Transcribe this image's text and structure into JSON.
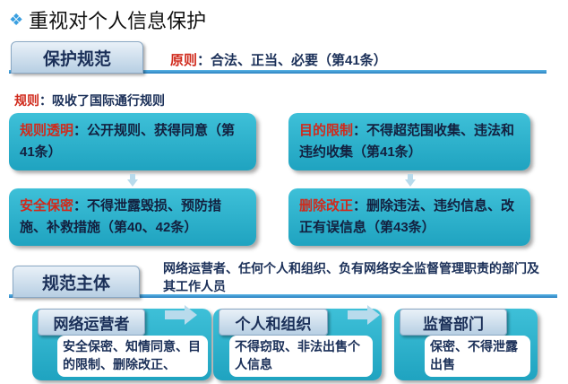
{
  "title": {
    "text": "重视对个人信息保护"
  },
  "protect_section": {
    "tab_label": "保护规范",
    "principle_label": "原则",
    "principle_text": "：合法、正当、必要（第41条）"
  },
  "rule_note": {
    "label": "规则",
    "text": "：吸收了国际通行规则"
  },
  "boxes": [
    {
      "label": "规则透明",
      "text": "：公开规则、获得同意（第41条）"
    },
    {
      "label": "目的限制",
      "text": "：不得超范围收集、违法和违约收集（第41条）"
    },
    {
      "label": "安全保密",
      "text": "：不得泄露毁损、预防措施、补救措施（第40、42条）"
    },
    {
      "label": "删除改正",
      "text": "：删除违法、违约信息、改正有误信息（第43条）"
    }
  ],
  "subject_section": {
    "tab_label": "规范主体",
    "description": "网络运营者、任何个人和组织、负有网络安全监督管理职责的部门及其工作人员"
  },
  "subjects": [
    {
      "label": "网络运营者",
      "content": "安全保密、知情同意、目的限制、删除改正、"
    },
    {
      "label": "个人和组织",
      "content": "不得窃取、非法出售个人信息"
    },
    {
      "label": "监督部门",
      "content": "保密、不得泄露出售"
    }
  ]
}
